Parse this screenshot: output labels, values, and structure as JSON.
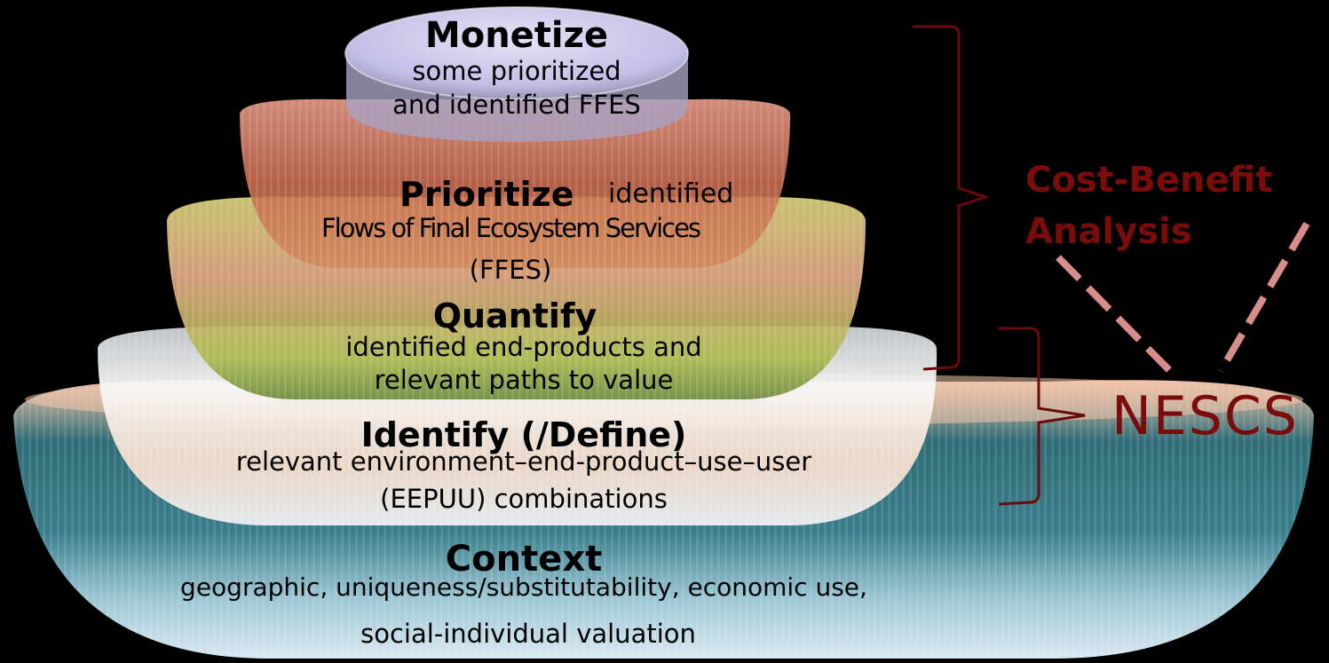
{
  "tiers": {
    "monetize": {
      "title": "Monetize",
      "line1": "some prioritized",
      "line2": "and identified FFES"
    },
    "prioritize": {
      "title": "Prioritize",
      "title_suffix": "identified",
      "line1": "Flows of Final Ecosystem Services",
      "line2": "(FFES)"
    },
    "quantify": {
      "title": "Quantify",
      "line1": "identified end-products and",
      "line2": "relevant paths to value"
    },
    "identify": {
      "title": "Identify (/Define)",
      "line1": "relevant environment–end-product–use–user",
      "line2": "(EEPUU) combinations"
    },
    "context": {
      "title": "Context",
      "line1": "geographic, uniqueness/substitutability, economic use,",
      "line2": "social-individual valuation"
    }
  },
  "annotations": {
    "cba_line1": "Cost-Benefit",
    "cba_line2": "Analysis",
    "nescs": "NESCS"
  },
  "colors": {
    "background": "#000000",
    "annotation": "#7a0c0c",
    "context_bowl": "#2d6e78",
    "identify_bowl": "#e8ecef",
    "quantify_bowl": "#b7c24a",
    "prioritize_bowl": "#d9826a",
    "monetize_disc": "#c6c2e6"
  }
}
